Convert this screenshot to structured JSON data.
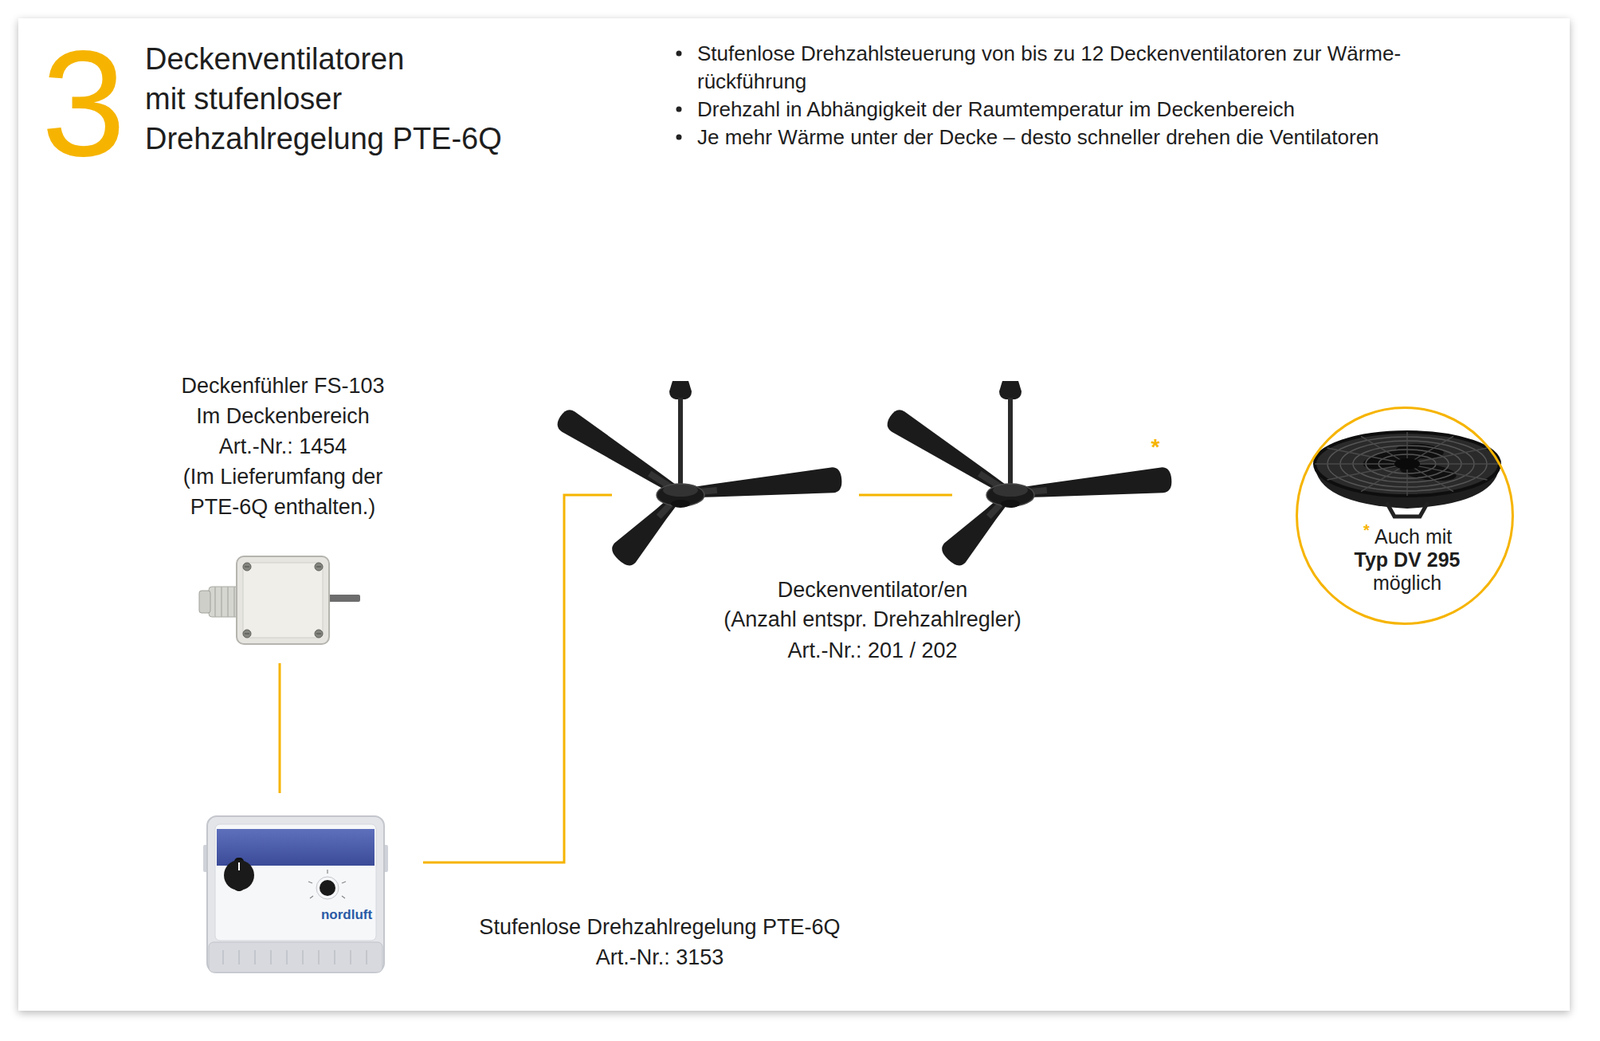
{
  "diagram": {
    "title": "Deckenventilatoren mit stufenloser Drehzahlregelung PTE-6Q",
    "nodes": [
      {
        "text": [
          "Deckenfühler FS-103",
          "Im Deckenbereich",
          "Art.-Nr.: 1454",
          "(Im Lieferumfang der PTE-6Q enthalten.)"
        ]
      },
      {
        "text": [
          "Stufenlose Drehzahlregelung PTE-6Q",
          "Art.-Nr.: 3153"
        ]
      },
      {
        "text": [
          "Deckenventilator/en",
          "(Anzahl entspr. Drehzahlregler)",
          "Art.-Nr.: 201 / 202"
        ]
      },
      {
        "text": [
          "*"
        ]
      },
      {
        "text": [
          "*",
          "Auch mit",
          "Typ DV 295",
          "möglich"
        ]
      }
    ],
    "edges": [
      {
        "from": 0,
        "to": 1,
        "arrow": "none"
      },
      {
        "from": 1,
        "to": 2,
        "arrow": "none"
      },
      {
        "from": 2,
        "to": 3,
        "arrow": "none"
      }
    ],
    "labels": [
      "3",
      "Stufenlose Drehzahlsteuerung von bis zu 12 Deckenventilatoren zur Wärme- rückführung",
      "Drehzahl in Abhängigkeit der Raumtemperatur im Deckenbereich",
      "Je mehr Wärme unter der Decke – desto schneller drehen die Ventilatoren",
      "nordluft"
    ]
  }
}
